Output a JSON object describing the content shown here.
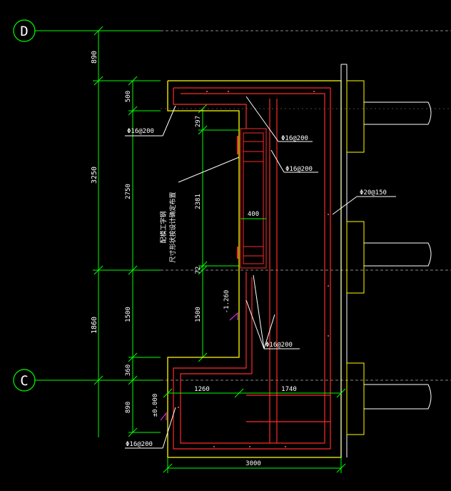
{
  "axes": {
    "top_label": "D",
    "bottom_label": "C"
  },
  "dimensions": {
    "left_outer": {
      "top": "890",
      "middle": "3250",
      "bottom": "1860"
    },
    "left_inner": {
      "a": "500",
      "b": "2750",
      "c": "1500",
      "d": "360",
      "e": "890"
    },
    "wall": {
      "a": "297",
      "b": "2381",
      "c": "72",
      "d": "1500"
    },
    "pit_width": "400",
    "bottom_left": "1260",
    "bottom_right": "1740",
    "total_width": "3000",
    "level_pit": "-1.260",
    "level_zero": "±0.000"
  },
  "rebar": {
    "top_left": "Φ16@200",
    "pit_top": "Φ16@200",
    "pit_side": "Φ16@200",
    "outer_wall": "Φ20@150",
    "pit_bottom": "Φ16@200",
    "bottom_left": "Φ16@200"
  },
  "notes": {
    "line1": "配模工字钢",
    "line2": "尺寸形状按设计确定布置"
  },
  "colors": {
    "grid": "#00ff00",
    "dim": "#ffffff",
    "rebar": "#ff2a2a",
    "outline": "#ffff00",
    "axis": "#00ff00",
    "level": "#cc33cc",
    "dashed": "#888888"
  }
}
